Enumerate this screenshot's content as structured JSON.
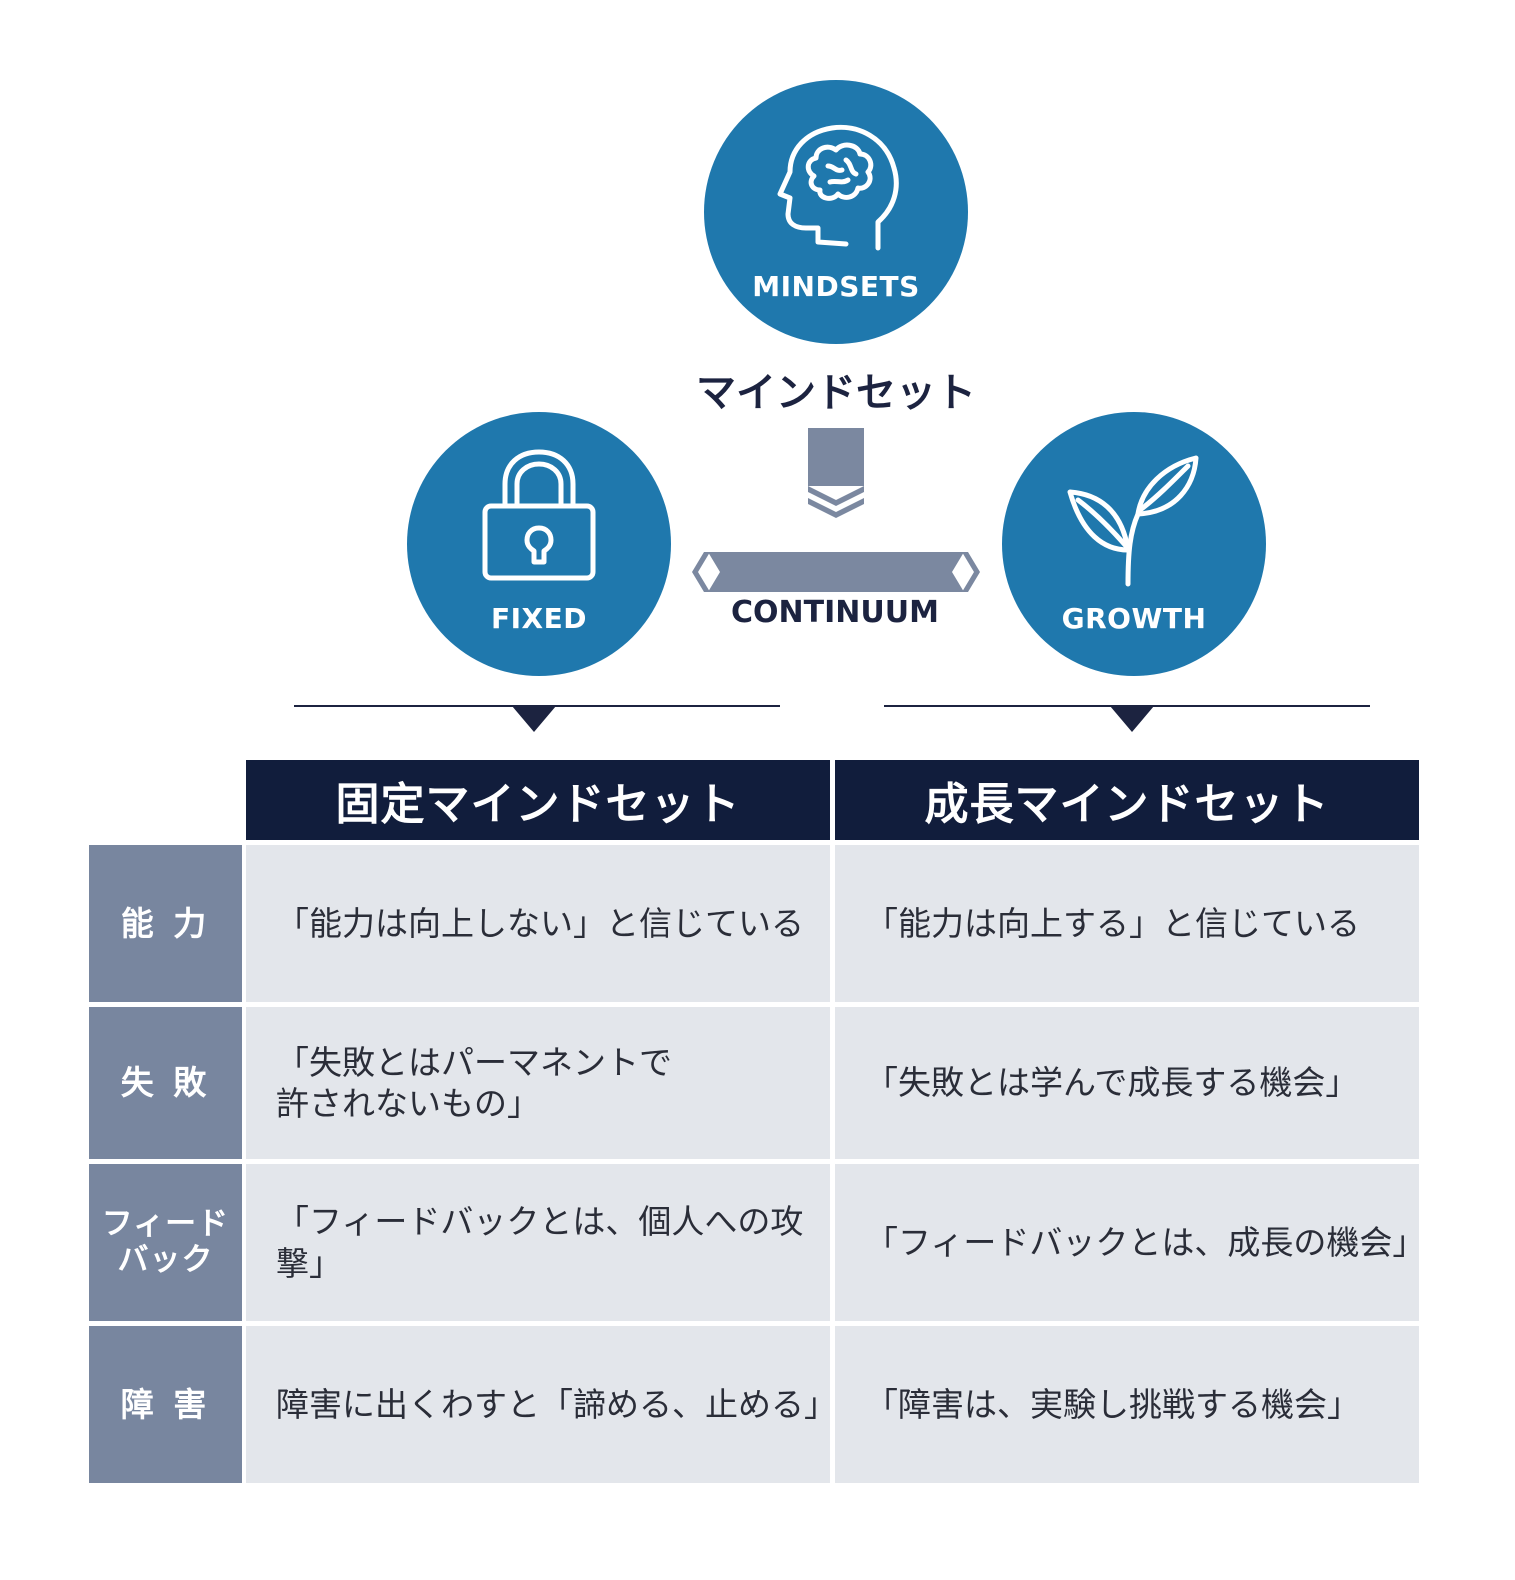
{
  "diagram": {
    "top_circle": {
      "label": "MINDSETS",
      "icon": "brain-head-icon"
    },
    "title": "マインドセット",
    "fixed_circle": {
      "label": "FIXED",
      "icon": "padlock-icon"
    },
    "growth_circle": {
      "label": "GROWTH",
      "icon": "sprout-icon"
    },
    "continuum_label": "CONTINUUM",
    "colors": {
      "circle": "#1f78ad",
      "arrow": "#7b88a0",
      "header": "#111d3c",
      "row_label": "#78869f",
      "cell": "#e3e6eb"
    }
  },
  "table": {
    "columns": [
      "固定マインドセット",
      "成長マインドセット"
    ],
    "rows": [
      {
        "label": "能 力",
        "fixed": "「能力は向上しない」と信じている",
        "growth": "「能力は向上する」と信じている"
      },
      {
        "label": "失 敗",
        "fixed": "「失敗とはパーマネントで\n許されないもの」",
        "growth": "「失敗とは学んで成長する機会」"
      },
      {
        "label": "フィード\nバック",
        "fixed": "「フィードバックとは、個人への攻撃」",
        "growth": "「フィードバックとは、成長の機会」"
      },
      {
        "label": "障 害",
        "fixed": "障害に出くわすと「諦める、止める」",
        "growth": "「障害は、実験し挑戦する機会」"
      }
    ]
  }
}
